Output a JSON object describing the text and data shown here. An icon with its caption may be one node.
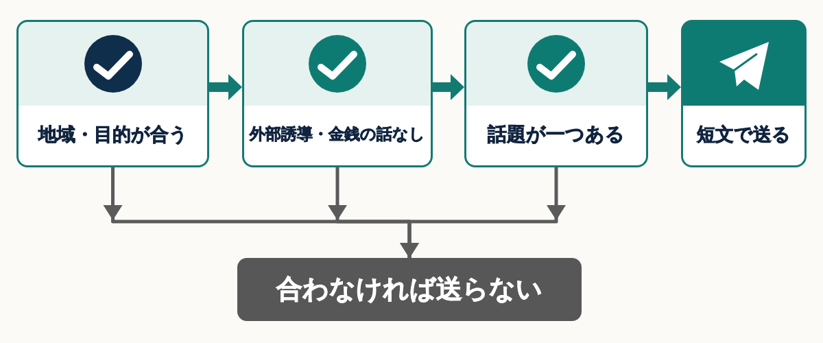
{
  "diagram": {
    "nodes": [
      {
        "text": [
          "地域・目的が合う"
        ]
      },
      {
        "text": [
          "外部誘導・金銭の話なし"
        ]
      },
      {
        "text": [
          "話題が一つある"
        ]
      },
      {
        "text": [
          "短文で送る"
        ]
      },
      {
        "text": [
          "合わなければ送らない"
        ]
      }
    ],
    "edges": [
      {
        "from": 0,
        "to": 1,
        "arrow": "to",
        "style": "thick",
        "color": "#137a72"
      },
      {
        "from": 1,
        "to": 2,
        "arrow": "to",
        "style": "thick",
        "color": "#137a72"
      },
      {
        "from": 2,
        "to": 3,
        "arrow": "to",
        "style": "thick",
        "color": "#137a72"
      },
      {
        "from": 0,
        "to": 4,
        "arrow": "to",
        "color": "#5b5b5b"
      },
      {
        "from": 1,
        "to": 4,
        "arrow": "to",
        "color": "#5b5b5b"
      },
      {
        "from": 2,
        "to": 4,
        "arrow": "to",
        "color": "#5b5b5b"
      }
    ]
  }
}
